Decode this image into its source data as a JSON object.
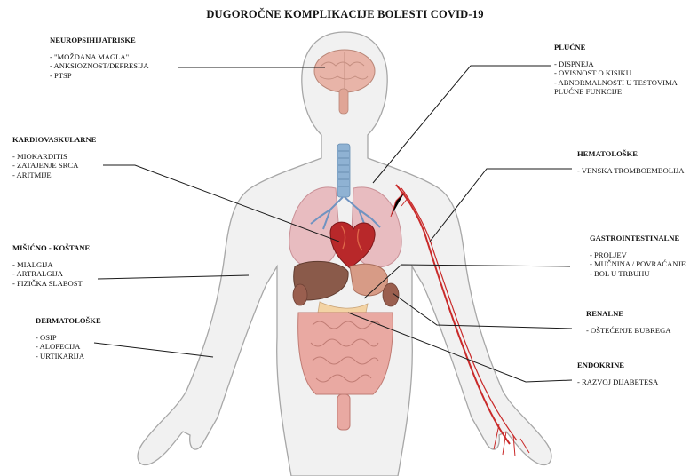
{
  "title": "DUGOROČNE KOMPLIKACIJE BOLESTI COVID-19",
  "categories": [
    {
      "id": "neuro",
      "heading": "NEUROPSIHIJATRISKE",
      "items": [
        "- \"MOŽDANA MAGLA\"",
        "- ANKSIOZNOST/DEPRESIJA",
        "- PTSP"
      ]
    },
    {
      "id": "kardio",
      "heading": "KARDIOVASKULARNE",
      "items": [
        "- MIOKARDITIS",
        "- ZATAJENJE SRCA",
        "- ARITMIJE"
      ]
    },
    {
      "id": "misicno",
      "heading": "MIŠIĆNO - KOŠTANE",
      "items": [
        "- MIALGIJA",
        "- ARTRALGIJA",
        "- FIZIČKA SLABOST"
      ]
    },
    {
      "id": "derma",
      "heading": "DERMATOLOŠKE",
      "items": [
        "- OSIP",
        "- ALOPECIJA",
        "- URTIKARIJA"
      ]
    },
    {
      "id": "plucne",
      "heading": "PLUĆNE",
      "items": [
        "- DISPNEJA",
        "- OVISNOST O KISIKU",
        "- ABNORMALNOSTI U TESTOVIMA",
        "PLUĆNE FUNKCIJE"
      ]
    },
    {
      "id": "hemato",
      "heading": "HEMATOLOŠKE",
      "items": [
        "- VENSKA TROMBOEMBOLIJA"
      ]
    },
    {
      "id": "gastro",
      "heading": "GASTROINTESTINALNE",
      "items": [
        "- PROLJEV",
        "- MUČNINA / POVRAĆANJE",
        "- BOL U TRBUHU"
      ]
    },
    {
      "id": "renalne",
      "heading": "RENALNE",
      "items": [
        "- OŠTEĆENJE BUBREGA"
      ]
    },
    {
      "id": "endo",
      "heading": "ENDOKRINE",
      "items": [
        "- RAZVOJ DIJABETESA"
      ]
    }
  ],
  "colors": {
    "skin": "#f1f1f1",
    "outline": "#9a9a9a",
    "brain": "#e8b4a8",
    "lung": "#e6b9bd",
    "heart": "#b8282a",
    "liver": "#8a5a4a",
    "intestine": "#e9a9a2",
    "artery": "#c92a2a",
    "trachea": "#7ea6c9",
    "leader": "#1a1a1a"
  }
}
